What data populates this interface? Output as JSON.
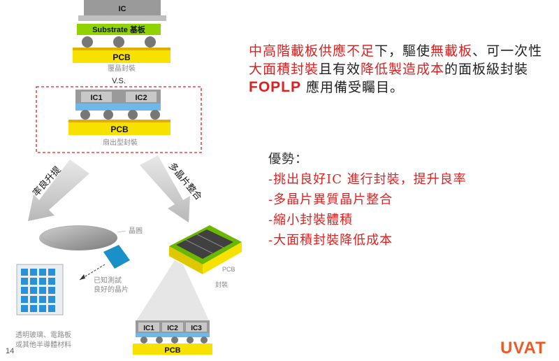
{
  "slide": {
    "page_number": "14",
    "logo": "UVAT",
    "main_text": {
      "p1": "中高階載板",
      "p2": "供應不足",
      "p3": "下，驅使",
      "p4": "無載板",
      "p5": "、可一次性",
      "p6": "大面積封裝",
      "p7": "且有效",
      "p8": "降低製造成本",
      "p9": "的面板級封裝 ",
      "p10": "FOPLP",
      "p11": " 應用備受矚目。"
    },
    "advantages": {
      "heading": "優勢：",
      "items": [
        "-挑出良好IC 進行封裝，提升良率",
        "-多晶片異質晶片整合",
        "-縮小封裝體積",
        "-大面積封裝降低成本"
      ]
    },
    "diagram": {
      "top_ic": "IC",
      "substrate": "Substrate 基板",
      "pcb": "PCB",
      "top_caption": "覆晶封裝",
      "vs": "V.S.",
      "ic1": "IC1",
      "ic2": "IC2",
      "ic3": "IC3",
      "fanout_caption": "扇出型封裝",
      "left_arrow_text": "率良升提",
      "right_arrow_text": "多晶片整合",
      "wafer_label": "晶圓",
      "known_good_die": "已知測試",
      "known_good_die_2": "良好的晶片",
      "panel_label_1": "透明玻璃、電路板",
      "panel_label_2": "或其他半導體材料",
      "package_label": "封裝",
      "pcb_side_label": "PCB"
    },
    "colors": {
      "accent_red": "#e02020",
      "pcb_yellow": "#f6e100",
      "substrate_green": "#8fd400",
      "logo_orange": "#ef5a24"
    }
  }
}
